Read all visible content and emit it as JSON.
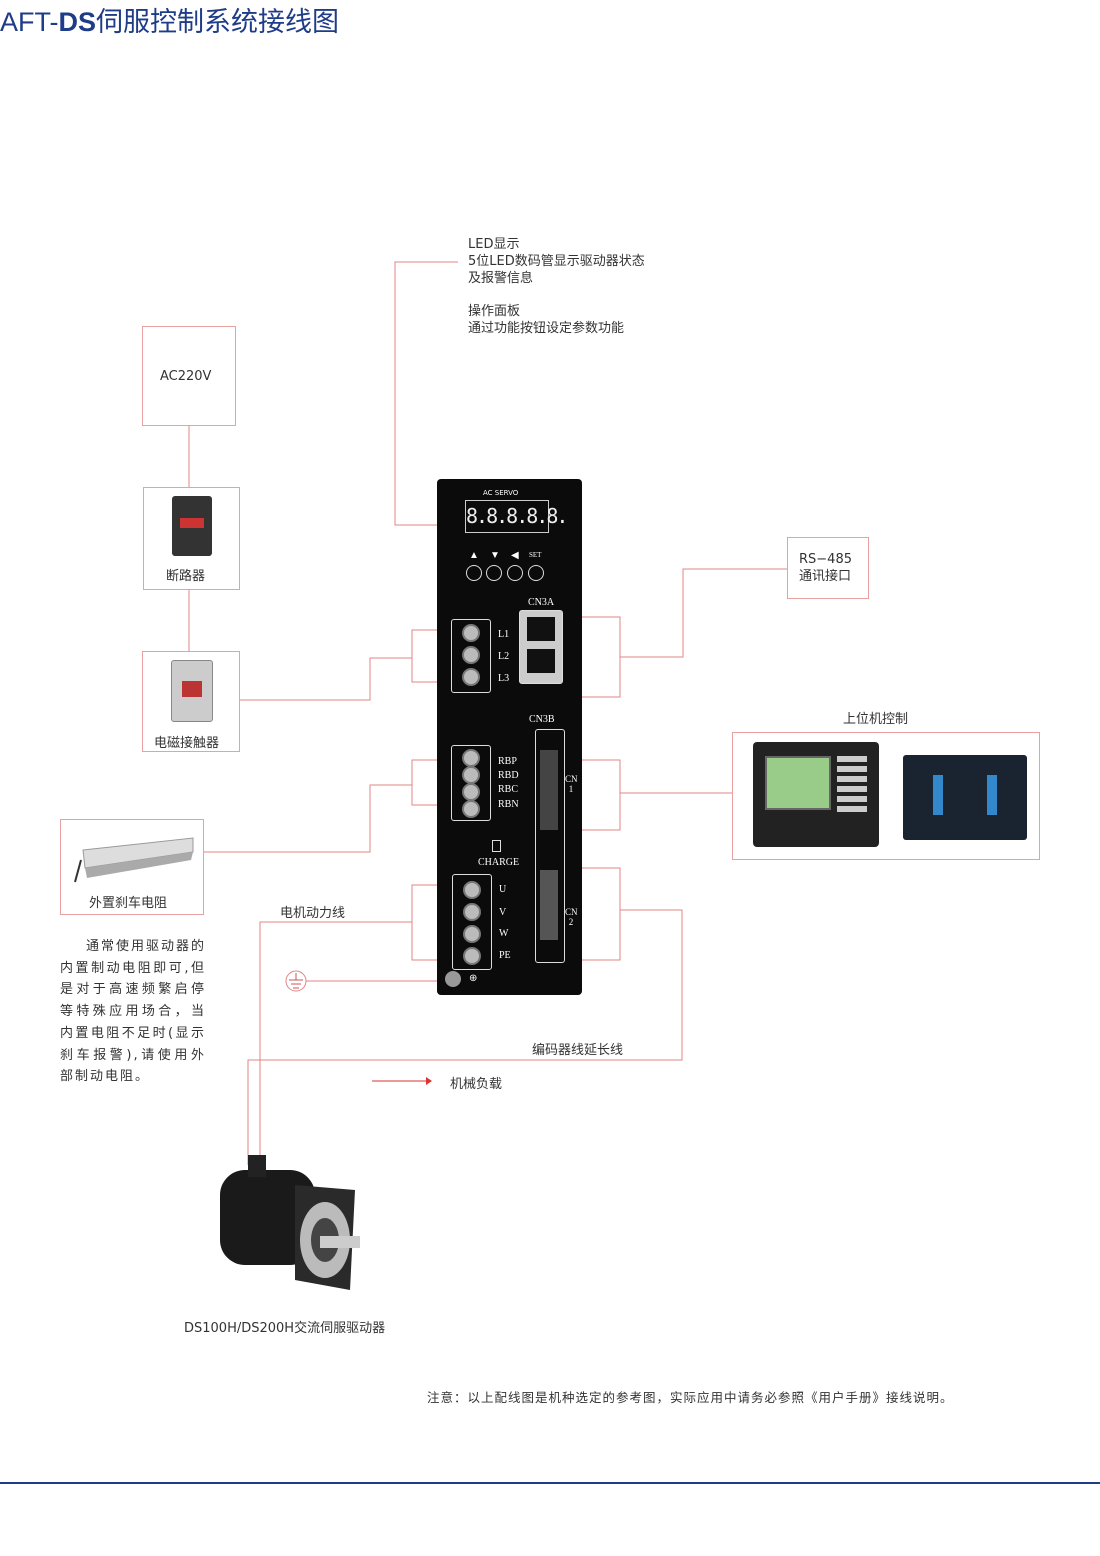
{
  "title": {
    "prefix": "AFT-",
    "brand": "DS",
    "suffix": "伺服控制系统接线图"
  },
  "led": {
    "line1": "LED显示",
    "line2": "5位LED数码管显示驱动器状态",
    "line3": "及报警信息",
    "line4": "操作面板",
    "line5": "通过功能按钮设定参数功能"
  },
  "power": {
    "source": "AC220V",
    "breaker": "断路器",
    "contactor": "电磁接触器"
  },
  "resistor": {
    "label": "外置刹车电阻",
    "note": "通常使用驱动器的内置制动电阻即可,但是对于高速频繁启停等特殊应用场合，当内置电阻不足时(显示刹车报警),请使用外部制动电阻。"
  },
  "rs485": {
    "line1": "RS−485",
    "line2": "通讯接口"
  },
  "host": {
    "label": "上位机控制"
  },
  "cables": {
    "motor_power": "电机动力线",
    "encoder": "编码器线延长线",
    "load": "机械负载"
  },
  "motor": {
    "label": "DS100H/DS200H交流伺服驱动器"
  },
  "drive": {
    "header": "AC SERVO",
    "display": "8.8.8.8.8.",
    "buttons": [
      "▲",
      "▼",
      "◀",
      "SET"
    ],
    "cn3a": "CN3A",
    "cn3b": "CN3B",
    "cn1": "CN 1",
    "cn2": "CN 2",
    "power_terms": [
      "L1",
      "L2",
      "L3"
    ],
    "brake_terms": [
      "RBP",
      "RBD",
      "RBC",
      "RBN"
    ],
    "charge": "CHARGE",
    "motor_terms": [
      "U",
      "V",
      "W",
      "PE"
    ],
    "ground": "⊕"
  },
  "footer_note": "注意：以上配线图是机种选定的参考图，实际应用中请务必参照《用户手册》接线说明。",
  "colors": {
    "title": "#1f3c88",
    "wire": "#e08585",
    "rule": "#1f3c88"
  }
}
